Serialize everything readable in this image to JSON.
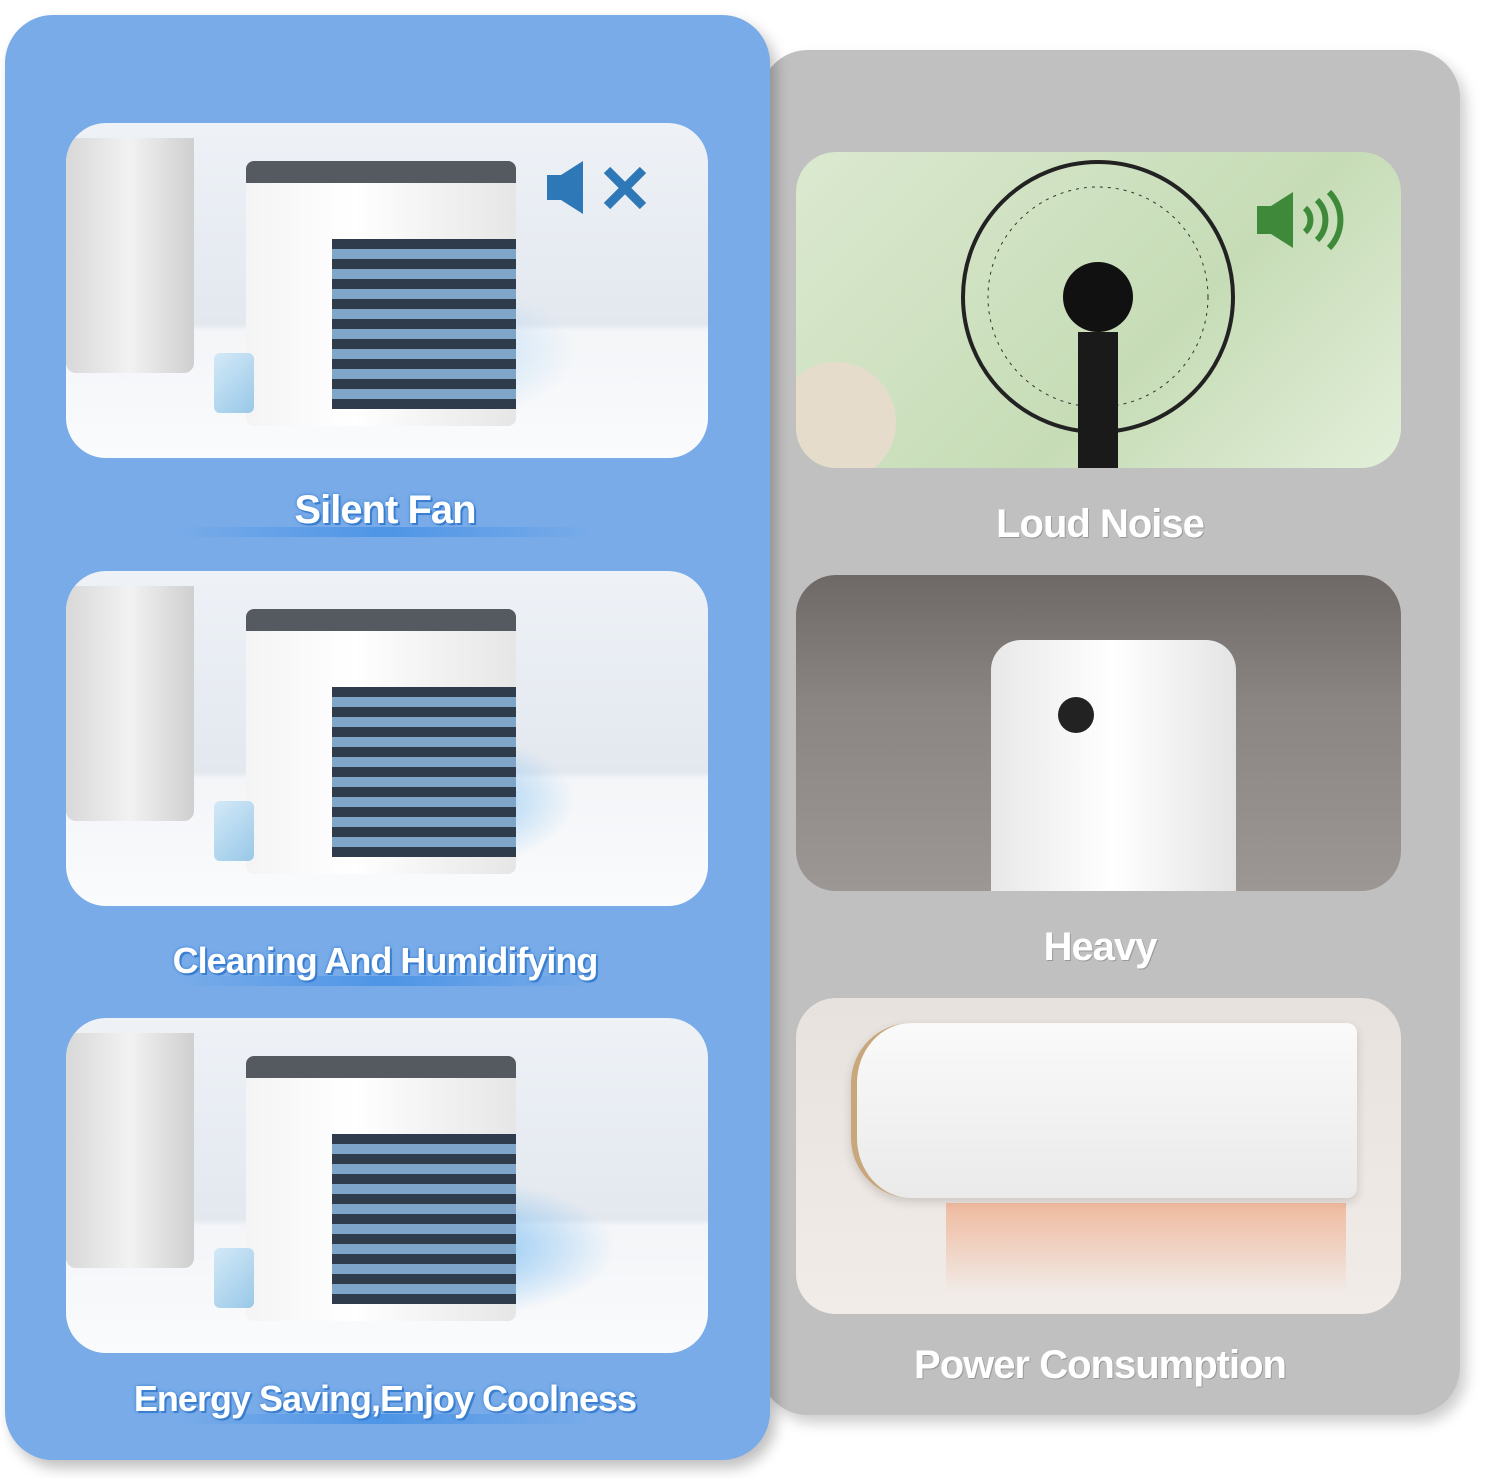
{
  "left_column": {
    "accent_color": "#78abe8",
    "items": [
      {
        "label": "Silent Fan",
        "icon": "speaker-muted-icon"
      },
      {
        "label": "Cleaning And Humidifying"
      },
      {
        "label": "Energy Saving,Enjoy Coolness"
      }
    ]
  },
  "right_column": {
    "panel_color": "#c0c0c0",
    "items": [
      {
        "label": "Loud Noise",
        "icon": "speaker-loud-icon"
      },
      {
        "label": "Heavy"
      },
      {
        "label": "Power Consumption"
      }
    ]
  }
}
